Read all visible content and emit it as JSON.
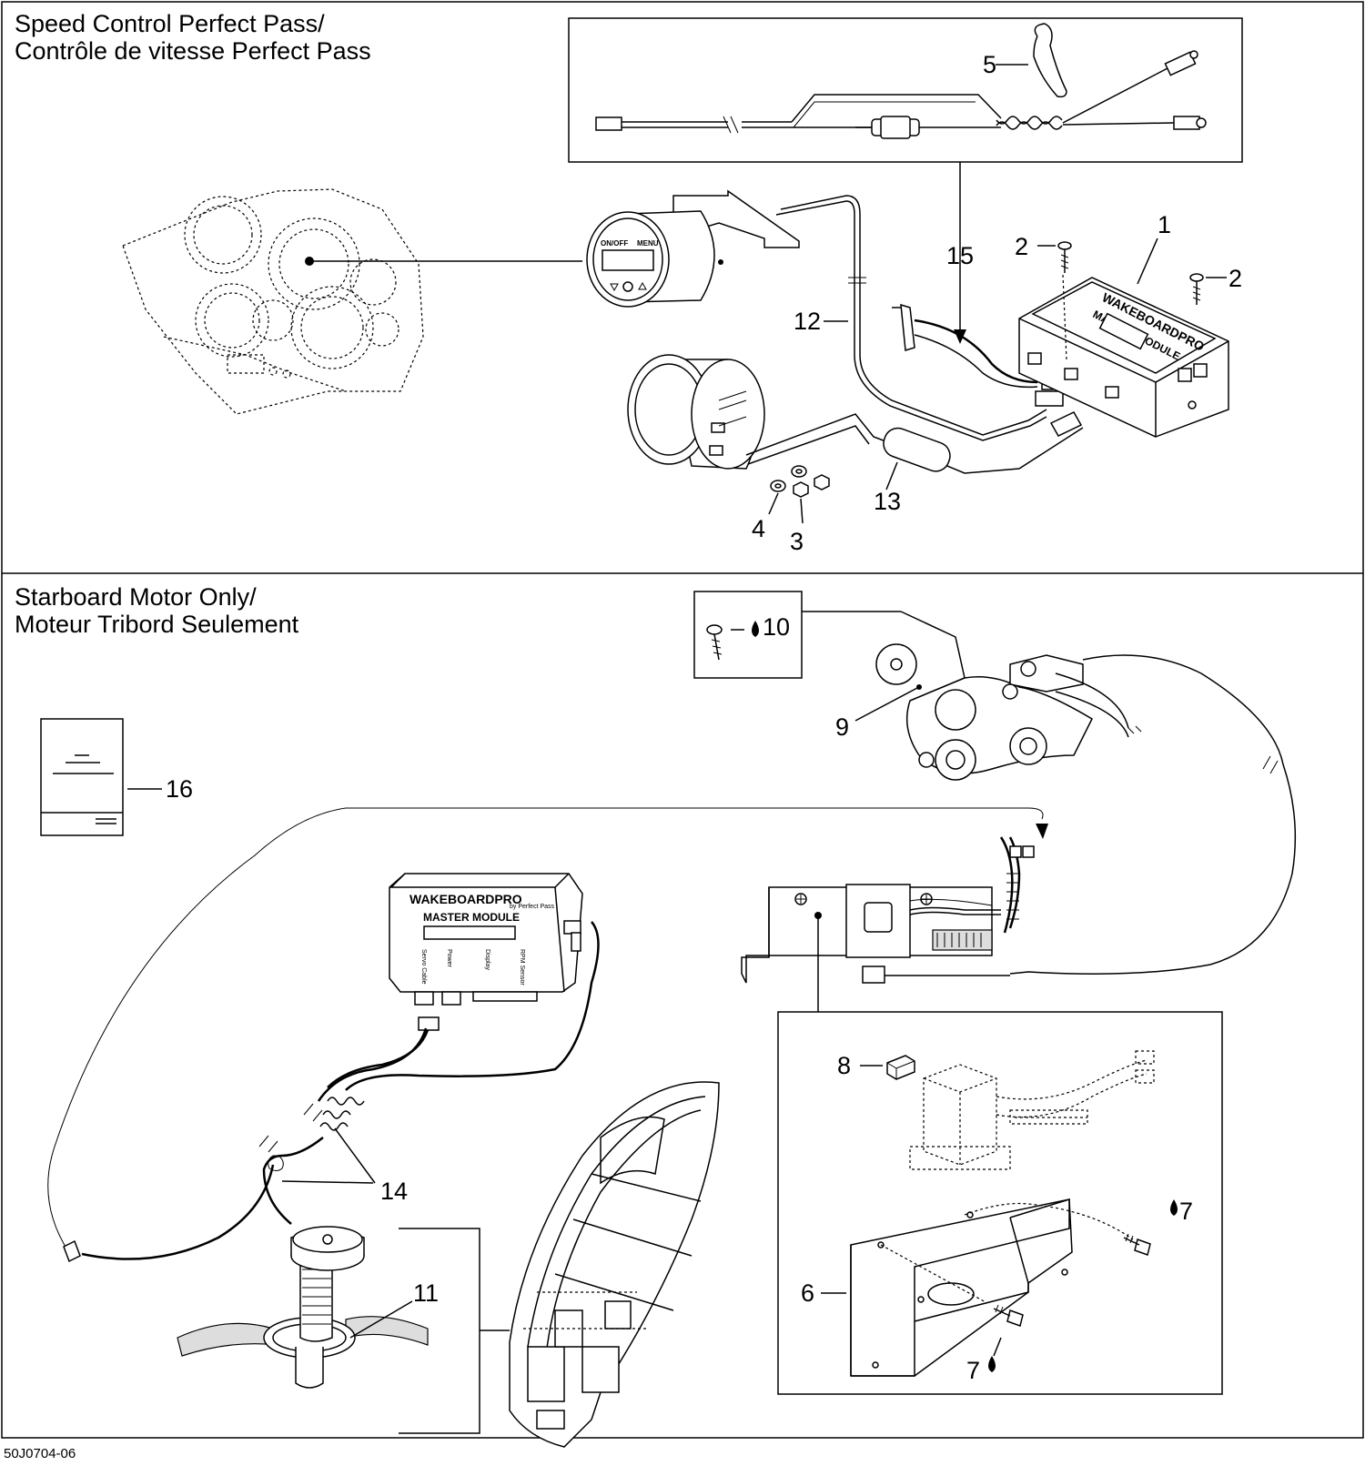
{
  "top_section": {
    "title_line1": "Speed Control Perfect Pass/",
    "title_line2": "Contrôle de vitesse Perfect Pass"
  },
  "bottom_section": {
    "title_line1": "Starboard Motor Only/",
    "title_line2": "Moteur Tribord Seulement"
  },
  "module_labels": {
    "brand": "WAKEBOARDPRO",
    "name": "MASTER MODULE",
    "byline": "by Perfect Pass",
    "ports": [
      "Servo Cable",
      "Power",
      "Display",
      "RPM Sensor"
    ]
  },
  "gauge_labels": {
    "onoff": "ON/OFF",
    "menu": "MENU"
  },
  "callouts": {
    "c1": "1",
    "c2a": "2",
    "c2b": "2",
    "c3": "3",
    "c4": "4",
    "c5": "5",
    "c6": "6",
    "c7a": "7",
    "c7b": "7",
    "c8": "8",
    "c9": "9",
    "c10": "10",
    "c11": "11",
    "c12": "12",
    "c13": "13",
    "c14": "14",
    "c15": "15",
    "c16": "16"
  },
  "icons": {
    "loctite": "drop-icon",
    "screw": "screw-icon"
  },
  "reference_code": "50J0704-06"
}
